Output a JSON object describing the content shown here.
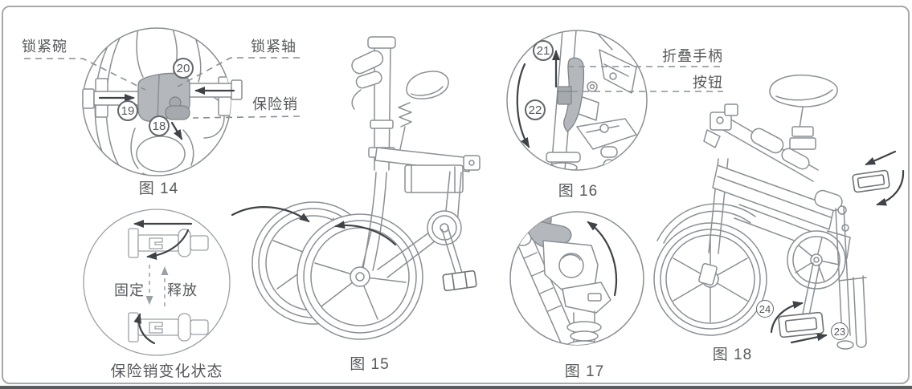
{
  "colors": {
    "line_art": "#8a8f94",
    "dark_arrow": "#3f4347",
    "gray_fill": "#b4b8bc",
    "text": "#57595c",
    "page_border": "#a6a9ad",
    "bottom_bar": "#595b5e"
  },
  "fig14": {
    "caption": "图 14",
    "labels": {
      "lock_bowl": "锁紧碗",
      "lock_axle": "锁紧轴",
      "safety_pin": "保险销"
    },
    "callouts": {
      "c18": "18",
      "c19": "19",
      "c20": "20"
    }
  },
  "pin_state": {
    "caption": "保险销变化状态",
    "labels": {
      "fixed": "固定",
      "release": "释放"
    }
  },
  "fig15": {
    "caption": "图 15"
  },
  "fig16": {
    "caption": "图 16",
    "labels": {
      "fold_handle": "折叠手柄",
      "button": "按钮"
    },
    "callouts": {
      "c21": "21",
      "c22": "22"
    }
  },
  "fig17": {
    "caption": "图 17"
  },
  "fig18": {
    "caption": "图 18",
    "callouts": {
      "c23": "23",
      "c24": "24"
    }
  }
}
